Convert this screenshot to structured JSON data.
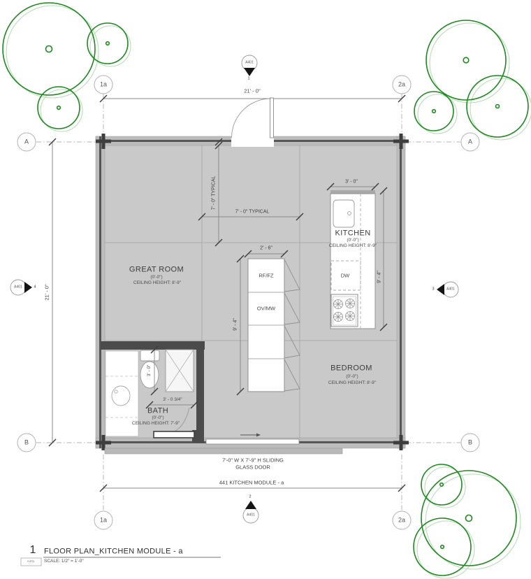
{
  "grid": {
    "col_left": "1a",
    "col_right": "2a",
    "row_top": "A",
    "row_bottom": "B"
  },
  "markers": {
    "sheet": "A401",
    "top": "1",
    "bottom": "2",
    "left": "4",
    "right": "3"
  },
  "dims": {
    "overall_width": "21' - 0\"",
    "overall_height": "21' - 0\"",
    "typical_v": "7' - 0\" TYPICAL",
    "typical_h": "7' - 0\" TYPICAL",
    "column_width": "2' - 6\"",
    "column_height": "9' - 4\"",
    "kitchen_width": "3' - 0\"",
    "kitchen_depth": "9' - 4\"",
    "toilet_space": "3' - 0\"",
    "bath_door": "3' - 0 3/4\"",
    "module": "441 KITCHEN MODULE - a"
  },
  "rooms": {
    "great_room": {
      "name": "GREAT ROOM",
      "level": "(0'-0\")",
      "ceiling": "CEILING HEIGHT: 8'-9\""
    },
    "kitchen": {
      "name": "KITCHEN",
      "level": "(0'-0\")",
      "ceiling": "CEILING HEIGHT: 8'-9\""
    },
    "bedroom": {
      "name": "BEDROOM",
      "level": "(0'-0\")",
      "ceiling": "CEILING HEIGHT: 8'-9\""
    },
    "bath": {
      "name": "BATH",
      "level": "(0'-0\")",
      "ceiling": "CEILING HEIGHT: 7'-9\""
    }
  },
  "appliances": {
    "fridge": "RF/FZ",
    "oven": "OV/MW",
    "dishwasher": "DW"
  },
  "notes": {
    "slider_line1": "7'-0\" W X 7'-9\" H SLIDING",
    "slider_line2": "GLASS DOOR"
  },
  "title_block": {
    "number": "1",
    "title": "FLOOR PLAN_KITCHEN MODULE - a",
    "sheet_ref": "A101",
    "scale": "SCALE:  1/2\" = 1'-0\""
  },
  "colors": {
    "tree_green": "#1e8a1e",
    "tree_green_light": "#b9dcb9",
    "floor_gray": "#c9c9c9",
    "wall_gray": "#bcbcbc",
    "wall_core": "#565656",
    "bath_wall": "#4b4b4b"
  }
}
